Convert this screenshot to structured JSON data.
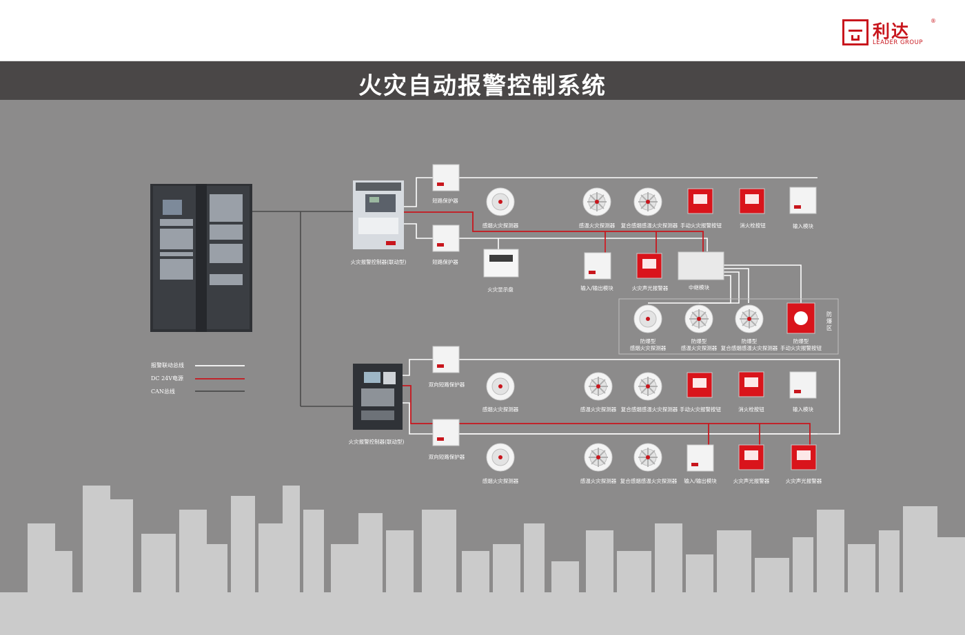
{
  "brand": {
    "name_cn": "利达",
    "name_en": "LEADER GROUP",
    "registered": "®"
  },
  "title": "火灾自动报警控制系统",
  "legend": [
    {
      "label": "报警联动总线",
      "color": "#ffffff"
    },
    {
      "label": "DC 24V电源",
      "color": "#c8161d"
    },
    {
      "label": "CAN总线",
      "color": "#4a4a4a"
    }
  ],
  "controllers": {
    "upper": "火灾报警控制器(联动型)",
    "lower": "火灾报警控制器(联动型)"
  },
  "upper_branch_1": {
    "protector": "短路保护器",
    "devices": [
      "感烟火灾探测器",
      "感温火灾探测器",
      "复合感烟感温火灾探测器",
      "手动火灾报警按钮",
      "消火栓按钮",
      "输入模块"
    ]
  },
  "upper_branch_2": {
    "protector": "短路保护器",
    "devices": [
      "火灾显示盘",
      "输入/输出模块",
      "火灾声光报警器",
      "中继模块"
    ]
  },
  "explosion_zone": {
    "label": "防爆区",
    "devices": [
      {
        "line1": "防爆型",
        "line2": "感烟火灾探测器"
      },
      {
        "line1": "防爆型",
        "line2": "感温火灾探测器"
      },
      {
        "line1": "防爆型",
        "line2": "复合感烟感温火灾探测器"
      },
      {
        "line1": "防爆型",
        "line2": "手动火灾报警按钮"
      }
    ]
  },
  "lower_branch_1": {
    "protector": "双向短路保护器",
    "devices": [
      "感烟火灾探测器",
      "感温火灾探测器",
      "复合感烟感温火灾探测器",
      "手动火灾报警按钮",
      "消火栓按钮",
      "输入模块"
    ]
  },
  "lower_branch_2": {
    "protector": "双向短路保护器",
    "devices": [
      "感烟火灾探测器",
      "感温火灾探测器",
      "复合感烟感温火灾探测器",
      "输入/输出模块",
      "火灾声光报警器",
      "火灾声光报警器"
    ]
  },
  "colors": {
    "header_band": "#4a4747",
    "background": "#8c8b8b",
    "accent_red": "#c8161d",
    "bus_white": "#ffffff",
    "can_dark": "#4a4a4a"
  }
}
